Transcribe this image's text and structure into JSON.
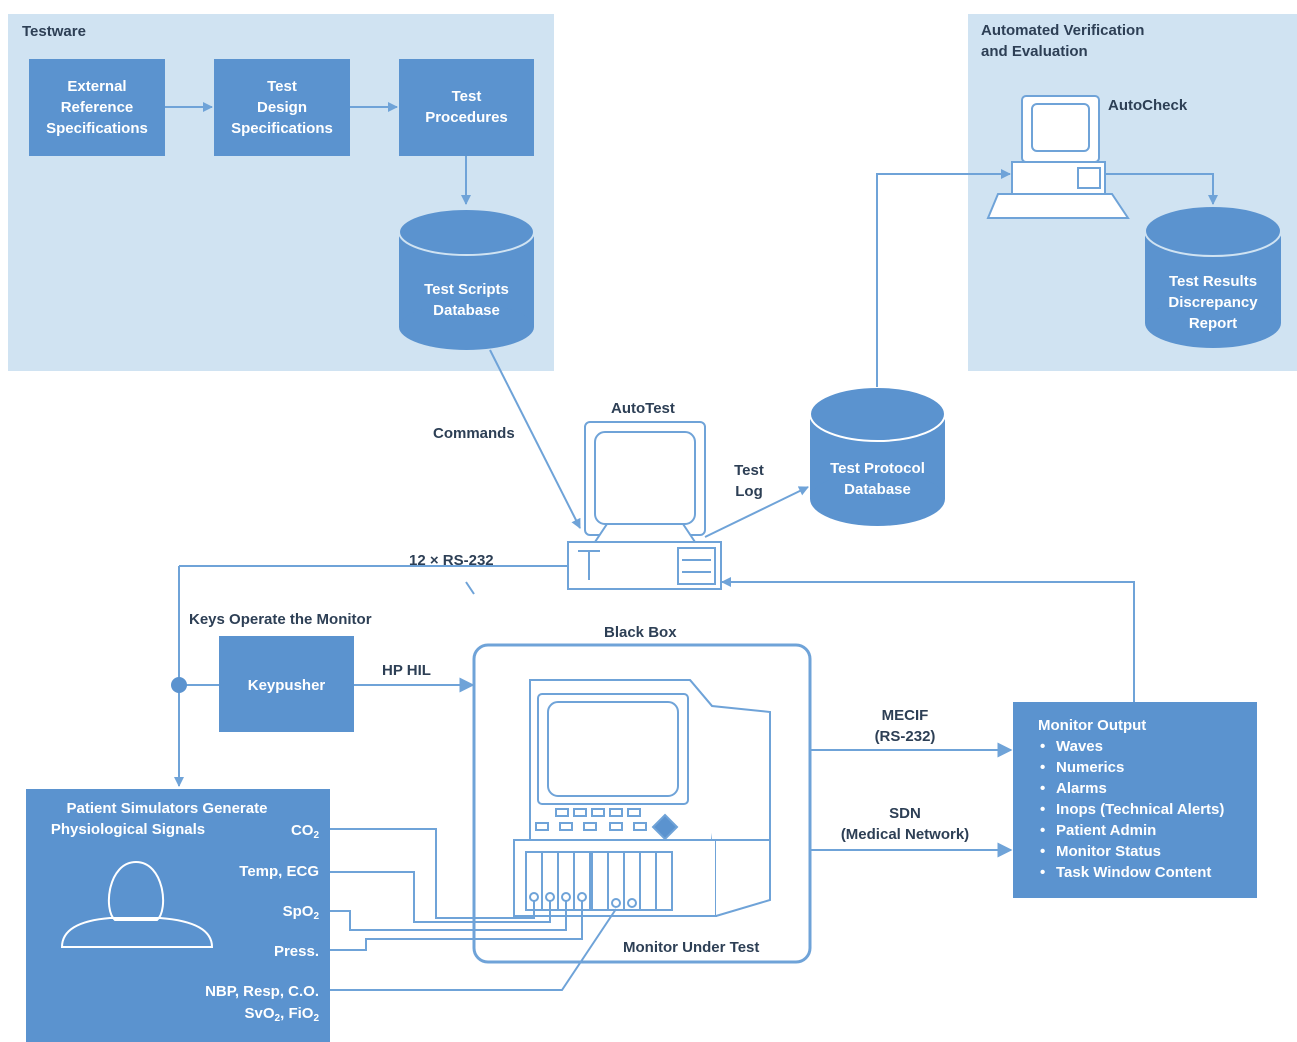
{
  "colors": {
    "panel_bg": "#d0e3f2",
    "box_fill": "#5b93cf",
    "line": "#6fa3d8",
    "text_dark": "#2d3f55",
    "text_light": "#ffffff"
  },
  "testware": {
    "title": "Testware",
    "external_ref": [
      "External",
      "Reference",
      "Specifications"
    ],
    "test_design": [
      "Test",
      "Design",
      "Specifications"
    ],
    "test_procedures": [
      "Test",
      "Procedures"
    ],
    "scripts_db": [
      "Test Scripts",
      "Database"
    ]
  },
  "verification": {
    "title": [
      "Automated Verification",
      "and Evaluation"
    ],
    "autocheck": "AutoCheck",
    "results_db": [
      "Test Results",
      "Discrepancy",
      "Report"
    ]
  },
  "autotest": {
    "label": "AutoTest",
    "commands": "Commands",
    "test_log": [
      "Test",
      "Log"
    ],
    "protocol_db": [
      "Test Protocol",
      "Database"
    ],
    "rs232": "12 × RS-232"
  },
  "monitor": {
    "keys_label": "Keys Operate the Monitor",
    "keypusher": "Keypusher",
    "hp_hil": "HP HIL",
    "black_box": "Black Box",
    "under_test": "Monitor Under Test",
    "mecif": [
      "MECIF",
      "(RS-232)"
    ],
    "sdn": [
      "SDN",
      "(Medical Network)"
    ]
  },
  "output": {
    "title": "Monitor Output",
    "items": [
      "Waves",
      "Numerics",
      "Alarms",
      "Inops (Technical Alerts)",
      "Patient Admin",
      "Monitor Status",
      "Task Window Content"
    ]
  },
  "patient": {
    "title": [
      "Patient Simulators Generate",
      "Physiological Signals"
    ],
    "co2": {
      "base": "CO",
      "sub": "2"
    },
    "temp_ecg": "Temp, ECG",
    "spo2": {
      "base": "SpO",
      "sub": "2"
    },
    "press": "Press.",
    "nbp": "NBP, Resp, C.O.",
    "svo2": {
      "base": "SvO",
      "sub": "2"
    },
    "fio2": {
      "base": "FiO",
      "sub": "2"
    }
  }
}
